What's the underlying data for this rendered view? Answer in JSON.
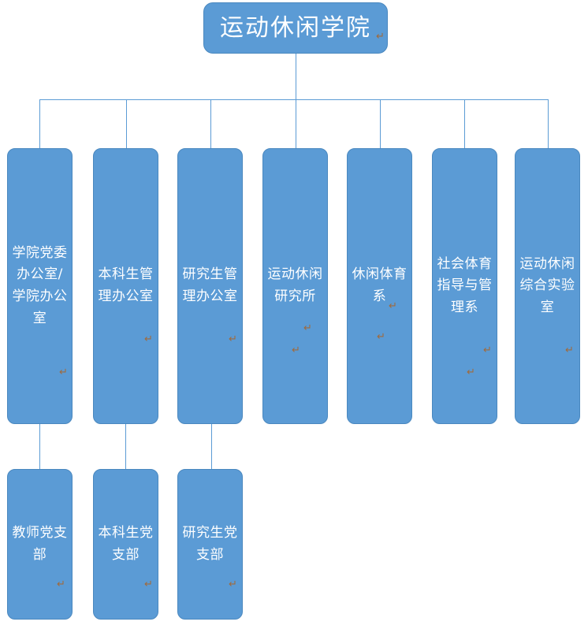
{
  "chart_data": {
    "type": "diagram",
    "diagram_type": "organizational-chart",
    "title": "运动休闲学院",
    "orientation": "top-down",
    "levels": 3,
    "node_count": 11
  },
  "theme": {
    "box_fill": "#5B9BD5",
    "box_border": "#4A88BF",
    "connector": "#5B9BD5",
    "text": "#FFFFFF",
    "pilcrow": "#A06A3C",
    "background": "#FFFFFF"
  },
  "root": {
    "label": "运动休闲学院",
    "pilcrow": "↵"
  },
  "departments": [
    {
      "id": "party-office",
      "label": "学院党委办公室/学院办公室",
      "pilcrow": "↵",
      "extra_pilcrow": ""
    },
    {
      "id": "undergrad-office",
      "label": "本科生管理办公室",
      "pilcrow": "↵",
      "extra_pilcrow": ""
    },
    {
      "id": "graduate-office",
      "label": "研究生管理办公室",
      "pilcrow": "↵",
      "extra_pilcrow": ""
    },
    {
      "id": "research-institute",
      "label": "运动休闲研究所",
      "pilcrow": "↵",
      "extra_pilcrow": "↵"
    },
    {
      "id": "leisure-sports-dept",
      "label": "休闲体育系",
      "pilcrow": "↵",
      "extra_pilcrow": "↵"
    },
    {
      "id": "social-sports-dept",
      "label": "社会体育指导与管理系",
      "pilcrow": "↵",
      "extra_pilcrow": "↵"
    },
    {
      "id": "comprehensive-lab",
      "label": "运动休闲综合实验室",
      "pilcrow": "↵",
      "extra_pilcrow": ""
    }
  ],
  "branches": [
    {
      "id": "teacher-branch",
      "label": "教师党支部",
      "pilcrow": "↵",
      "parent": "party-office"
    },
    {
      "id": "undergrad-branch",
      "label": "本科生党支部",
      "pilcrow": "↵",
      "parent": "undergrad-office"
    },
    {
      "id": "graduate-branch",
      "label": "研究生党支部",
      "pilcrow": "↵",
      "parent": "graduate-office"
    }
  ]
}
